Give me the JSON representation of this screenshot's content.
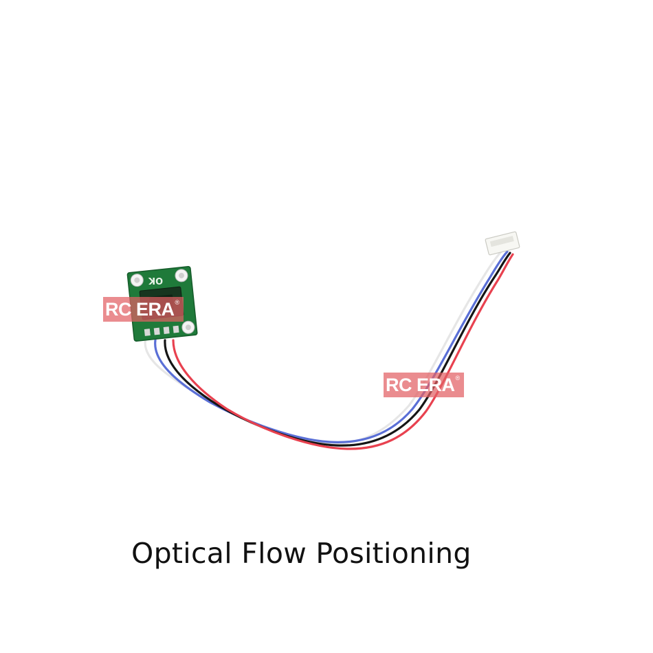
{
  "caption": "Optical Flow Positioning",
  "watermark": {
    "brand": "RC ERA",
    "mark": "®",
    "color": "#e26064"
  },
  "pcb": {
    "label": "OK",
    "board_color": "#1f7a3a"
  },
  "wires": {
    "colors": [
      "#f2f2f2",
      "#5a6fd6",
      "#151515",
      "#e8414f"
    ]
  },
  "icons": [
    "optical-flow-sensor-board-icon",
    "jst-connector-icon",
    "cable-bundle-icon"
  ]
}
